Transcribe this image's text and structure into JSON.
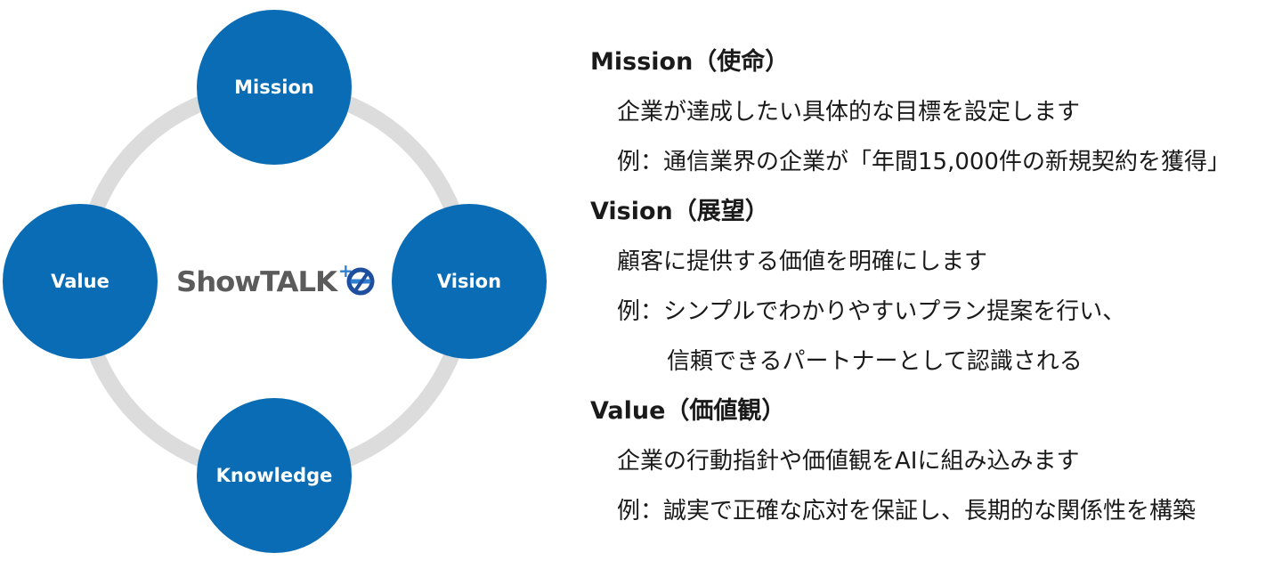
{
  "diagram": {
    "nodes": {
      "mission": "Mission",
      "vision": "Vision",
      "knowledge": "Knowledge",
      "value": "Value"
    },
    "logo": {
      "text": "ShowTALK",
      "plus": "+",
      "mark": "e"
    },
    "colors": {
      "node": "#0a6cb4",
      "ring": "#dcdcdc",
      "logo_text": "#5b5b5b",
      "logo_accent": "#2f7fd0"
    }
  },
  "sections": [
    {
      "title": "Mission（使命）",
      "lines": [
        "企業が達成したい具体的な目標を設定します",
        "例：通信業界の企業が「年間15,000件の新規契約を獲得」"
      ]
    },
    {
      "title": "Vision（展望）",
      "lines": [
        "顧客に提供する価値を明確にします",
        "例：シンプルでわかりやすいプラン提案を行い、",
        "信頼できるパートナーとして認識される"
      ]
    },
    {
      "title": "Value（価値観）",
      "lines": [
        "企業の行動指針や価値観をAIに組み込みます",
        "例：誠実で正確な応対を保証し、長期的な関係性を構築"
      ]
    }
  ]
}
